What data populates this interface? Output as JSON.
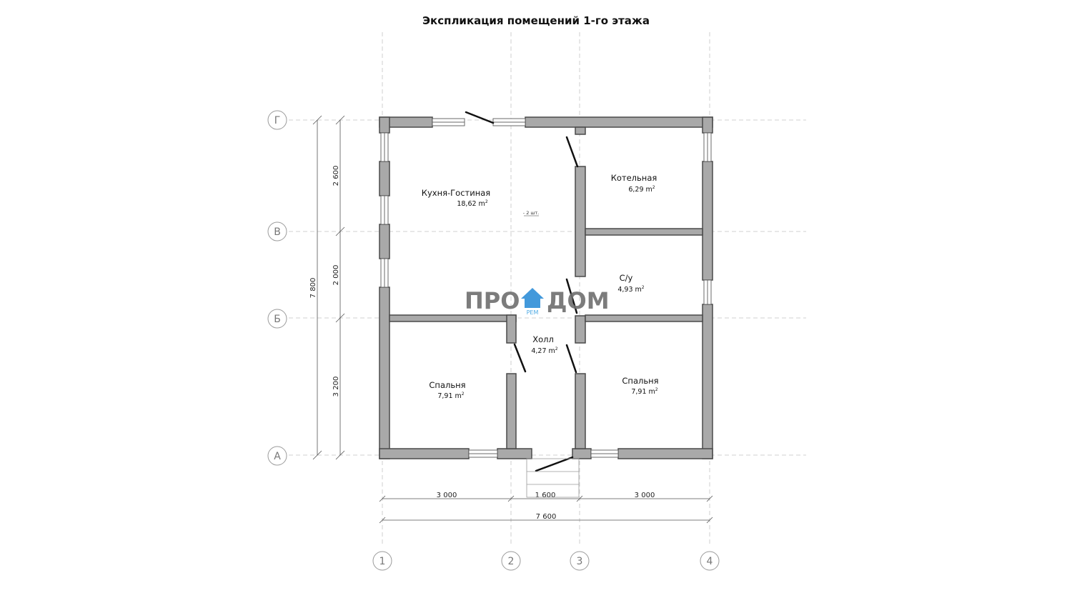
{
  "title": "Экспликация помещений 1-го этажа",
  "axes": {
    "columns": [
      "1",
      "2",
      "3",
      "4"
    ],
    "rows": [
      "Г",
      "В",
      "Б",
      "А"
    ]
  },
  "dimensions": {
    "horizontal_segments": [
      "3 000",
      "1 600",
      "3 000"
    ],
    "horizontal_total": "7 600",
    "vertical_segments": [
      "2 600",
      "2 000",
      "3 200"
    ],
    "vertical_total": "7 800"
  },
  "rooms": [
    {
      "id": "kitchen",
      "name": "Кухня-Гостиная",
      "area": "18,62 m",
      "unit_sup": "2"
    },
    {
      "id": "boiler",
      "name": "Котельная",
      "area": "6,29 m",
      "unit_sup": "2"
    },
    {
      "id": "bathroom",
      "name": "С/у",
      "area": "4,93 m",
      "unit_sup": "2"
    },
    {
      "id": "hall",
      "name": "Холл",
      "area": "4,27 m",
      "unit_sup": "2"
    },
    {
      "id": "bedroom-left",
      "name": "Спальня",
      "area": "7,91 m",
      "unit_sup": "2"
    },
    {
      "id": "bedroom-right",
      "name": "Спальня",
      "area": "7,91 m",
      "unit_sup": "2"
    }
  ],
  "note": "- 2 шт.",
  "watermark": {
    "left": "ПРО",
    "right": "ДОМ",
    "small": "РЕМ"
  },
  "colors": {
    "wall_fill": "#a9a9a9",
    "wall_stroke": "#4a4a4a",
    "grid": "#bdbdbd",
    "watermark_icon": "#2f8fd8"
  }
}
